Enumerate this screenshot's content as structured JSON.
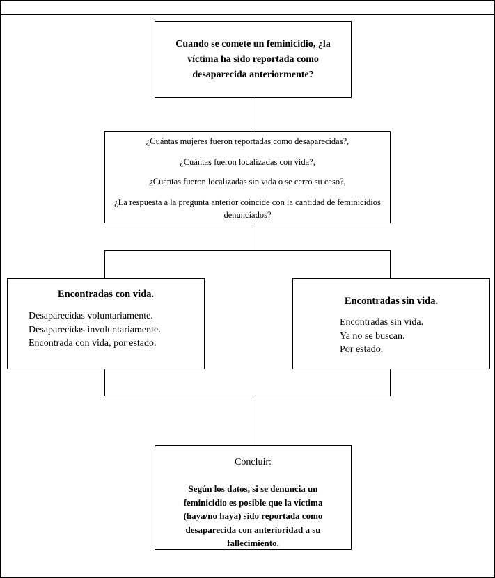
{
  "question": "Cuando se comete un feminicidio, ¿la víctima ha sido reportada como desaparecida anteriormente?",
  "subquestions": [
    "¿Cuántas mujeres fueron reportadas como desaparecidas?,",
    "¿Cuántas fueron localizadas con vida?,",
    "¿Cuántas fueron localizadas sin vida o se cerró su caso?,",
    "¿La respuesta a la pregunta anterior coincide con la cantidad de feminicidios denunciados?"
  ],
  "alive": {
    "title": "Encontradas con vida.",
    "items": [
      "Desaparecidas voluntariamente.",
      "Desaparecidas involuntariamente.",
      "Encontrada con vida, por estado."
    ]
  },
  "dead": {
    "title": "Encontradas sin vida.",
    "items": [
      "Encontradas sin vida.",
      "Ya no se buscan.",
      "Por estado."
    ]
  },
  "conclusion": {
    "title": "Concluir:",
    "body": "Según los datos,  si se denuncia un feminicidio es posible que la víctima (haya/no haya) sido reportada como desaparecida con anterioridad a su fallecimiento."
  }
}
